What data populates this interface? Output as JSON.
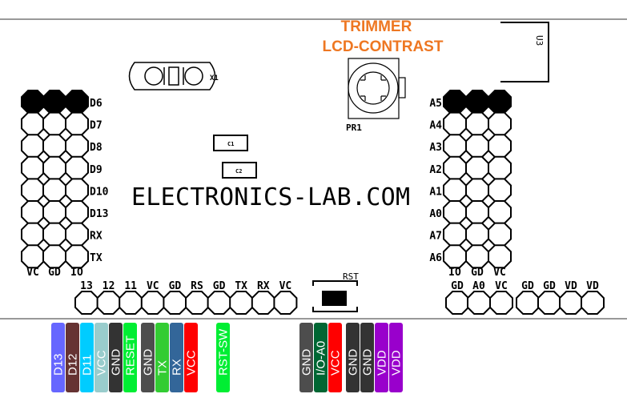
{
  "title": {
    "line1": "TRIMMER",
    "line2": "LCD-CONTRAST",
    "color": "#ee7722"
  },
  "board": {
    "brand": "ELECTRONICS-LAB.COM",
    "crystal": "X1",
    "cap1": "C1",
    "cap2": "C2",
    "trimmer": "PR1",
    "display_connector": "U3",
    "reset_switch": "RST"
  },
  "left_header": {
    "rows": [
      "D6",
      "D7",
      "D8",
      "D9",
      "D10",
      "D13",
      "RX",
      "TX"
    ],
    "columns": [
      "VC",
      "GD",
      "IO"
    ],
    "highlighted_row": "D6"
  },
  "right_header": {
    "rows": [
      "A5",
      "A4",
      "A3",
      "A2",
      "A1",
      "A0",
      "A7",
      "A6"
    ],
    "columns": [
      "IO",
      "GD",
      "VC"
    ],
    "highlighted_row": "A5"
  },
  "bottom_left_header": {
    "pins": [
      "13",
      "12",
      "11",
      "VC",
      "GD",
      "RS",
      "GD",
      "TX",
      "RX",
      "VC"
    ]
  },
  "bottom_right_header": {
    "pins": [
      "GD",
      "A0",
      "VC",
      "GD",
      "GD",
      "VD",
      "VD"
    ]
  },
  "pin_tags_left": [
    {
      "label": "D13",
      "color": "#6666ff"
    },
    {
      "label": "D12",
      "color": "#663333"
    },
    {
      "label": "D11",
      "color": "#00ccff"
    },
    {
      "label": "VCC",
      "color": "#99cccc"
    },
    {
      "label": "GND",
      "color": "#333333"
    },
    {
      "label": "RESET",
      "color": "#00ee33"
    },
    {
      "label": "GND",
      "color": "#4d4d4d"
    },
    {
      "label": "TX",
      "color": "#33cc33"
    },
    {
      "label": "RX",
      "color": "#336699"
    },
    {
      "label": "VCC",
      "color": "#ff0000"
    }
  ],
  "pin_tag_reset": {
    "label": "RST-SW",
    "color": "#00ee33"
  },
  "pin_tags_right": [
    {
      "label": "GND",
      "color": "#4d4d4d"
    },
    {
      "label": "I/O-A0",
      "color": "#006633"
    },
    {
      "label": "VCC",
      "color": "#ff0000"
    },
    {
      "label": "GND",
      "color": "#333333"
    },
    {
      "label": "GND",
      "color": "#333333"
    },
    {
      "label": "VDD",
      "color": "#9900cc"
    },
    {
      "label": "VDD",
      "color": "#9900cc"
    }
  ]
}
